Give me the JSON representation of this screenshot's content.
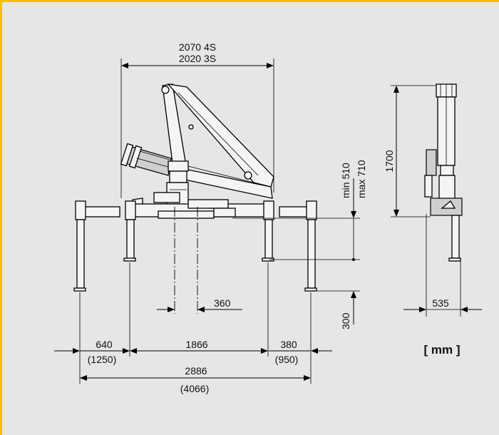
{
  "dimensions": {
    "width_4s": "2070 4S",
    "width_3s": "2020 3S",
    "height_min": "min 510",
    "height_max": "max 710",
    "outrigger_drop": "300",
    "center_offset": "360",
    "left_reach": "640",
    "left_reach_ext": "(1250)",
    "base_width": "1866",
    "right_reach": "380",
    "right_reach_ext": "(950)",
    "total_width": "2886",
    "total_width_ext": "(4066)",
    "side_height": "1700",
    "side_width": "535"
  },
  "units": "[ mm ]",
  "colors": {
    "border": "#f2c300",
    "background": "#e6e6e6"
  }
}
